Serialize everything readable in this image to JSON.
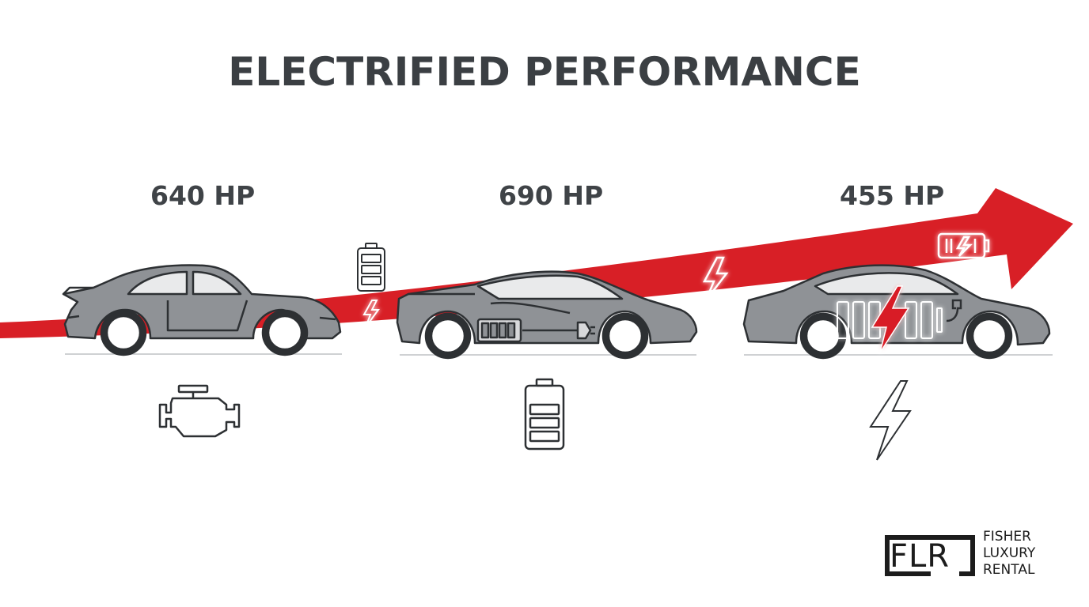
{
  "title": "ELECTRIFIED PERFORMANCE",
  "colors": {
    "accent": "#d81f26",
    "body": "#8f9296",
    "outline": "#2d3033",
    "text": "#3b3f43"
  },
  "cars": [
    {
      "hp": "640 HP",
      "powertrain_icon": "engine-icon"
    },
    {
      "hp": "690 HP",
      "powertrain_icon": "battery-icon"
    },
    {
      "hp": "455 HP",
      "powertrain_icon": "lightning-bolt-icon"
    }
  ],
  "logo": {
    "letters": "FLR",
    "line1": "FISHER",
    "line2": "LUXURY",
    "line3": "RENTAL"
  }
}
